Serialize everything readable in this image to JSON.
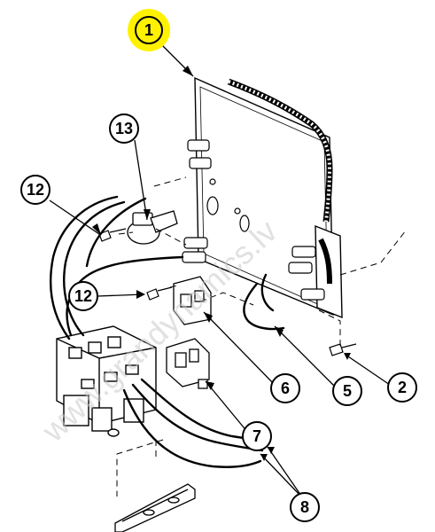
{
  "callouts": [
    {
      "id": "c1",
      "label": "1"
    },
    {
      "id": "c2",
      "label": "2"
    },
    {
      "id": "c5",
      "label": "5"
    },
    {
      "id": "c6",
      "label": "6"
    },
    {
      "id": "c7",
      "label": "7"
    },
    {
      "id": "c8",
      "label": "8"
    },
    {
      "id": "c12a",
      "label": "12"
    },
    {
      "id": "c12b",
      "label": "12"
    },
    {
      "id": "c13",
      "label": "13"
    }
  ],
  "watermark": "www.grandynamics.lv",
  "colors": {
    "line": "#000000",
    "highlight": "#fff200",
    "watermark": "#c8c8c8"
  }
}
